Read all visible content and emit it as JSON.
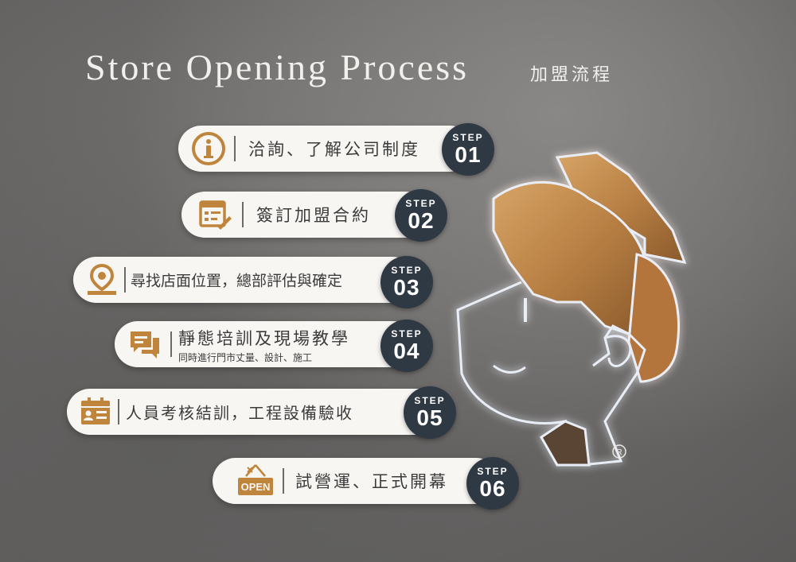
{
  "header": {
    "title": "Store Opening Process",
    "subtitle": "加盟流程"
  },
  "colors": {
    "accent": "#c0853c",
    "step_bg": "#2f3943",
    "pill_bg": "#f7f6f3",
    "background": "#6b6968"
  },
  "steps": [
    {
      "step_word": "STEP",
      "number": "01",
      "label": "洽詢、了解公司制度",
      "icon": "info-icon"
    },
    {
      "step_word": "STEP",
      "number": "02",
      "label": "簽訂加盟合約",
      "icon": "contract-icon"
    },
    {
      "step_word": "STEP",
      "number": "03",
      "label": "尋找店面位置，總部評估與確定",
      "icon": "location-pin-icon"
    },
    {
      "step_word": "STEP",
      "number": "04",
      "label": "靜態培訓及現場教學",
      "sublabel": "同時進行門市丈量、設計、施工",
      "icon": "chat-bubbles-icon"
    },
    {
      "step_word": "STEP",
      "number": "05",
      "label": "人員考核結訓，工程設備驗收",
      "icon": "id-card-icon"
    },
    {
      "step_word": "STEP",
      "number": "06",
      "label": "試營運、正式開幕",
      "icon": "open-sign-icon",
      "icon_text": "OPEN"
    }
  ],
  "mascot": {
    "icon": "mascot-logo-icon",
    "registered_mark": "R"
  }
}
